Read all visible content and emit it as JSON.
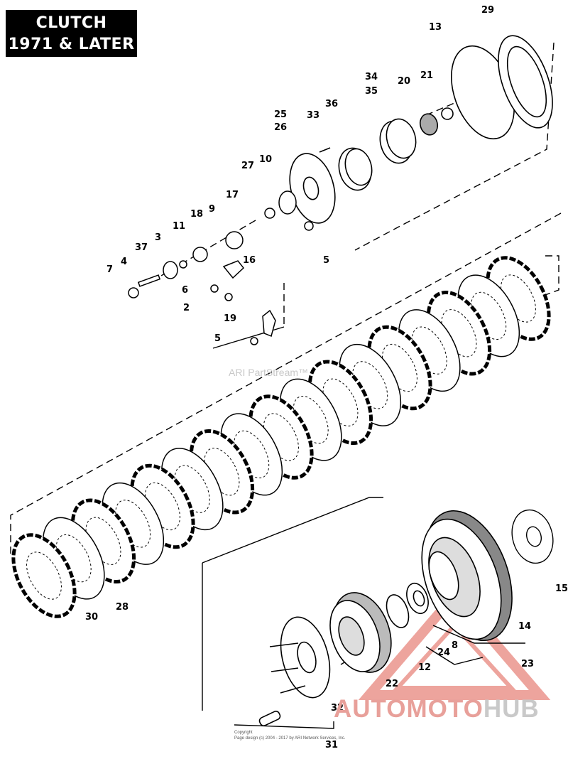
{
  "title": {
    "line1": "CLUTCH",
    "line2": "1971 & LATER"
  },
  "callouts": [
    "29",
    "13",
    "34",
    "35",
    "20",
    "21",
    "25",
    "26",
    "33",
    "36",
    "27",
    "10",
    "17",
    "18",
    "9",
    "11",
    "3",
    "37",
    "4",
    "7",
    "16",
    "6",
    "2",
    "19",
    "5",
    "5",
    "15",
    "14",
    "23",
    "8",
    "24",
    "12",
    "22",
    "32",
    "31",
    "30",
    "28"
  ],
  "watermark": "ARI PartStream™",
  "copyright": {
    "line1": "Copyright",
    "line2": "Page design (c) 2004 - 2017 by ARI Network Services, Inc."
  },
  "brand": {
    "part1": "AUTOMOTO",
    "part2": "HUB"
  },
  "colors": {
    "ink": "#000000",
    "friction": "#3a3a3a",
    "brand_red": "#e05a4e",
    "brand_gray": "#b5b5b5"
  }
}
